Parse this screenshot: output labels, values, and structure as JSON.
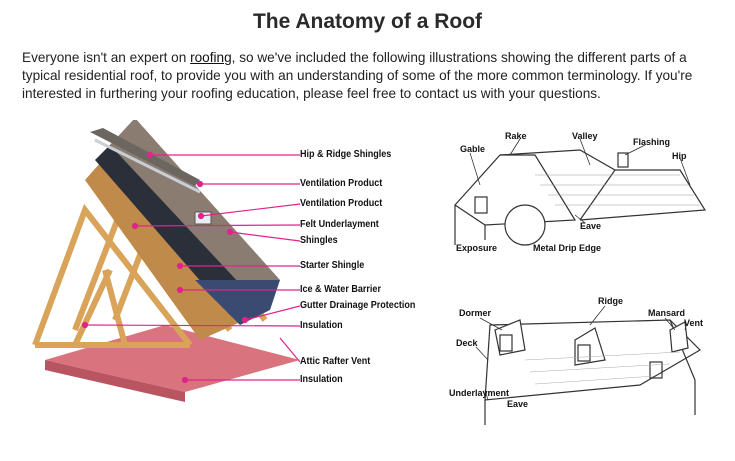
{
  "page": {
    "title": "The Anatomy of a Roof",
    "intro_before_link": "Everyone isn't an expert on ",
    "intro_link": "roofing",
    "intro_after_link": ", so we've included the following illustrations showing the different parts of a typical residential roof, to provide you with an understanding of some of the more common terminology. If you're interested in furthering your roofing education, please feel free to contact us with your questions."
  },
  "layers_diagram": {
    "leader_color": "#e0248a",
    "labels": [
      "Hip & Ridge Shingles",
      "Ventilation Product",
      "Ventilation Product",
      "Felt Underlayment",
      "Shingles",
      "Starter Shingle",
      "Ice & Water Barrier",
      "Gutter Drainage Protection",
      "Insulation",
      "Attic Rafter Vent",
      "Insulation"
    ]
  },
  "gable_diagram": {
    "labels": [
      "Rake",
      "Valley",
      "Flashing",
      "Gable",
      "Hip",
      "Eave",
      "Exposure",
      "Metal Drip Edge"
    ]
  },
  "mansard_diagram": {
    "labels": [
      "Ridge",
      "Dormer",
      "Mansard",
      "Vent",
      "Deck",
      "Underlayment",
      "Eave"
    ]
  }
}
